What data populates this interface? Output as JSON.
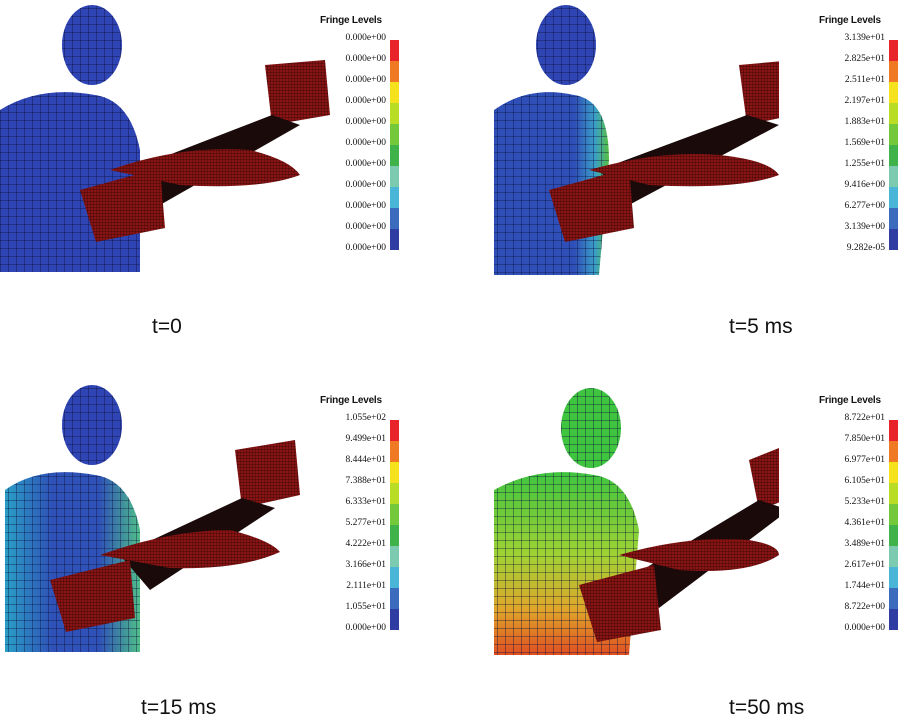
{
  "legend_title": "Fringe Levels",
  "colorbar_colors": [
    "#e8232a",
    "#f07a24",
    "#f5e21c",
    "#b9dd25",
    "#73c93a",
    "#3fb24a",
    "#7ccab0",
    "#49b6d8",
    "#3b6bbd",
    "#2f3da3"
  ],
  "panels": [
    {
      "caption": "t=0",
      "levels": [
        "0.000e+00",
        "0.000e+00",
        "0.000e+00",
        "0.000e+00",
        "0.000e+00",
        "0.000e+00",
        "0.000e+00",
        "0.000e+00",
        "0.000e+00",
        "0.000e+00",
        "0.000e+00"
      ]
    },
    {
      "caption": "t=5 ms",
      "levels": [
        "3.139e+01",
        "2.825e+01",
        "2.511e+01",
        "2.197e+01",
        "1.883e+01",
        "1.569e+01",
        "1.255e+01",
        "9.416e+00",
        "6.277e+00",
        "3.139e+00",
        "9.282e-05"
      ]
    },
    {
      "caption": "t=15 ms",
      "levels": [
        "1.055e+02",
        "9.499e+01",
        "8.444e+01",
        "7.388e+01",
        "6.333e+01",
        "5.277e+01",
        "4.222e+01",
        "3.166e+01",
        "2.111e+01",
        "1.055e+01",
        "0.000e+00"
      ]
    },
    {
      "caption": "t=50 ms",
      "levels": [
        "8.722e+01",
        "7.850e+01",
        "6.977e+01",
        "6.105e+01",
        "5.233e+01",
        "4.361e+01",
        "3.489e+01",
        "2.617e+01",
        "1.744e+01",
        "8.722e+00",
        "0.000e+00"
      ]
    }
  ]
}
